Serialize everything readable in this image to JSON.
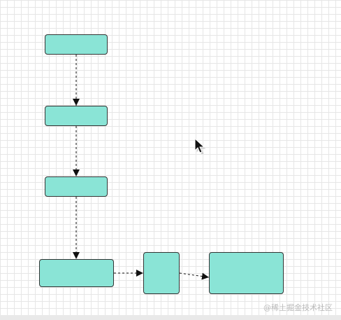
{
  "diagram": {
    "node_fill": "#8ae4d6",
    "node_stroke": "#333333",
    "edge_color": "#111111",
    "grid_color": "#e6e6e6",
    "nodes": [
      {
        "id": "n1"
      },
      {
        "id": "n2"
      },
      {
        "id": "n3"
      },
      {
        "id": "n4"
      },
      {
        "id": "n5"
      },
      {
        "id": "n6"
      }
    ],
    "edges": [
      {
        "from": "n1",
        "to": "n2",
        "style": "dashed"
      },
      {
        "from": "n2",
        "to": "n3",
        "style": "dashed"
      },
      {
        "from": "n3",
        "to": "n4",
        "style": "dashed"
      },
      {
        "from": "n4",
        "to": "n5",
        "style": "dashed"
      },
      {
        "from": "n5",
        "to": "n6",
        "style": "dashed"
      }
    ]
  },
  "cursor": {
    "icon": "mouse-pointer-icon"
  },
  "watermark": {
    "text": "@稀土掘金技术社区"
  }
}
